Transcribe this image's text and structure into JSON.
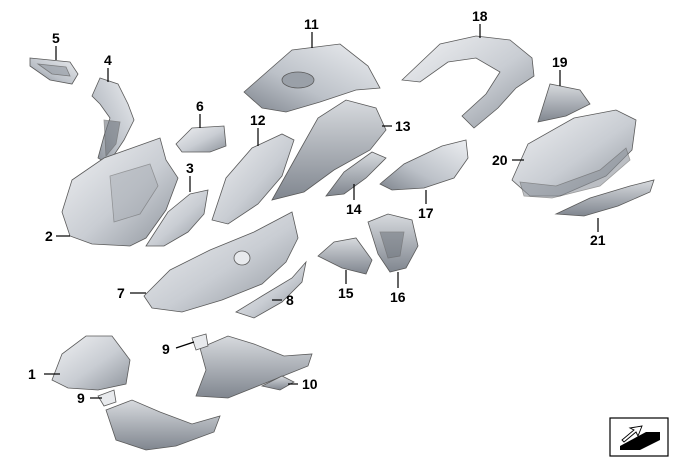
{
  "callouts": [
    {
      "id": "1",
      "label": "1"
    },
    {
      "id": "2",
      "label": "2"
    },
    {
      "id": "3",
      "label": "3"
    },
    {
      "id": "4",
      "label": "4"
    },
    {
      "id": "5",
      "label": "5"
    },
    {
      "id": "6",
      "label": "6"
    },
    {
      "id": "7",
      "label": "7"
    },
    {
      "id": "8",
      "label": "8"
    },
    {
      "id": "9a",
      "label": "9"
    },
    {
      "id": "9b",
      "label": "9"
    },
    {
      "id": "10",
      "label": "10"
    },
    {
      "id": "11",
      "label": "11"
    },
    {
      "id": "12",
      "label": "12"
    },
    {
      "id": "13",
      "label": "13"
    },
    {
      "id": "14",
      "label": "14"
    },
    {
      "id": "15",
      "label": "15"
    },
    {
      "id": "16",
      "label": "16"
    },
    {
      "id": "17",
      "label": "17"
    },
    {
      "id": "18",
      "label": "18"
    },
    {
      "id": "19",
      "label": "19"
    },
    {
      "id": "20",
      "label": "20"
    },
    {
      "id": "21",
      "label": "21"
    }
  ],
  "colors": {
    "part_fill_light": "#e4e6ea",
    "part_fill_mid": "#c8ccd2",
    "part_fill_dark": "#9aa0a8",
    "outline": "#5a5a5a"
  },
  "icons": {
    "corner": "view-direction-icon"
  }
}
